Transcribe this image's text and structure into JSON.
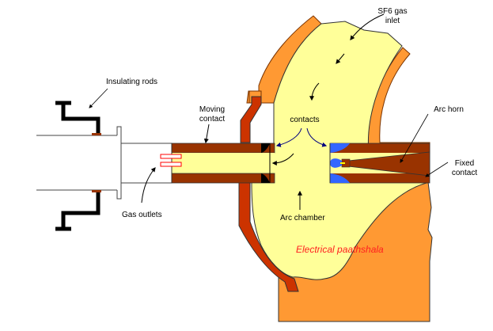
{
  "diagram": {
    "title": "SF6 circuit breaker arc chamber",
    "colors": {
      "body_orange": "#ff9933",
      "gas_yellow": "#ffff99",
      "contact_brown": "#993300",
      "support_red": "#cc3300",
      "nozzle_blue": "#3366ff",
      "outlet_red": "#ff0000",
      "flow_arrow_blue": "#000080",
      "watermark_red": "#ff2020"
    },
    "labels": {
      "sf6_inlet_line1": "SF6 gas",
      "sf6_inlet_line2": "inlet",
      "insulating_rods": "Insulating rods",
      "moving_contact_line1": "Moving",
      "moving_contact_line2": "contact",
      "contacts": "contacts",
      "arc_horn": "Arc horn",
      "fixed_contact_line1": "Fixed",
      "fixed_contact_line2": "contact",
      "gas_outlets": "Gas outlets",
      "arc_chamber": "Arc chamber",
      "watermark": "Electrical paathshala"
    }
  }
}
